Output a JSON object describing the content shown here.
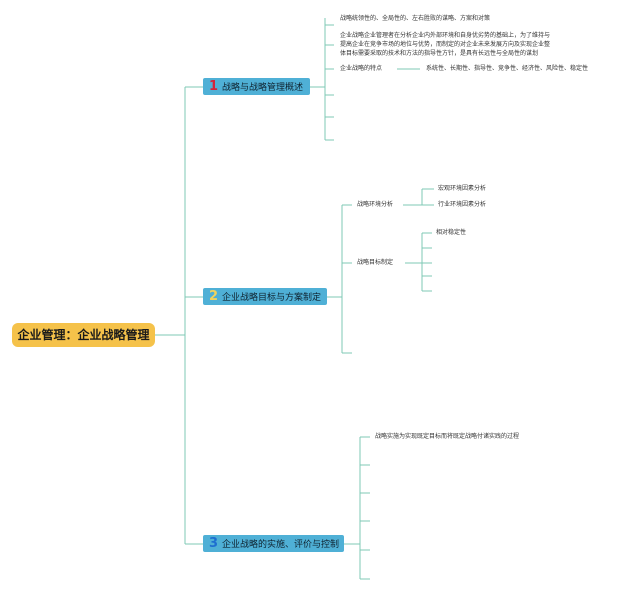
{
  "root": {
    "label": "企业管理：企业战略管理"
  },
  "branches": [
    {
      "number": "1",
      "number_color": "#d3243a",
      "label": "战略与战略管理概述",
      "children": [
        {
          "text": "战略统领性的、全局性的、左右胜败的谋略、方案和对策"
        },
        {
          "text_lines": [
            "企业战略企业管理者在分析企业内外部环境和自身优劣势的基础上，为了维持与",
            "提高企业在竞争市场的地位与优势，而制定的对企业未来发展方向及实现企业整",
            "体目标需要采取的技术和方法的指导性方针，是具有长远性与全局性的谋划"
          ]
        },
        {
          "text": "企业战略的特点",
          "detail": "系统性、长期性、指导性、竞争性、经济性、风险性、稳定性"
        }
      ]
    },
    {
      "number": "2",
      "number_color": "#f3d35b",
      "label": "企业战略目标与方案制定",
      "children": [
        {
          "text": "战略环境分析",
          "items": [
            "宏观环境因素分析",
            "行业环境因素分析"
          ]
        },
        {
          "text": "战略目标制定",
          "items": [
            "相对稳定性"
          ]
        }
      ]
    },
    {
      "number": "3",
      "number_color": "#1e6fd0",
      "label": "企业战略的实施、评价与控制",
      "children": [
        {
          "text": "战略实施为实现既定目标而将既定战略付诸实践的过程"
        }
      ]
    }
  ],
  "colors": {
    "line": "#7fc8b6",
    "root_fill": "#f5c24a",
    "branch_fill": "#4fb0d6"
  }
}
